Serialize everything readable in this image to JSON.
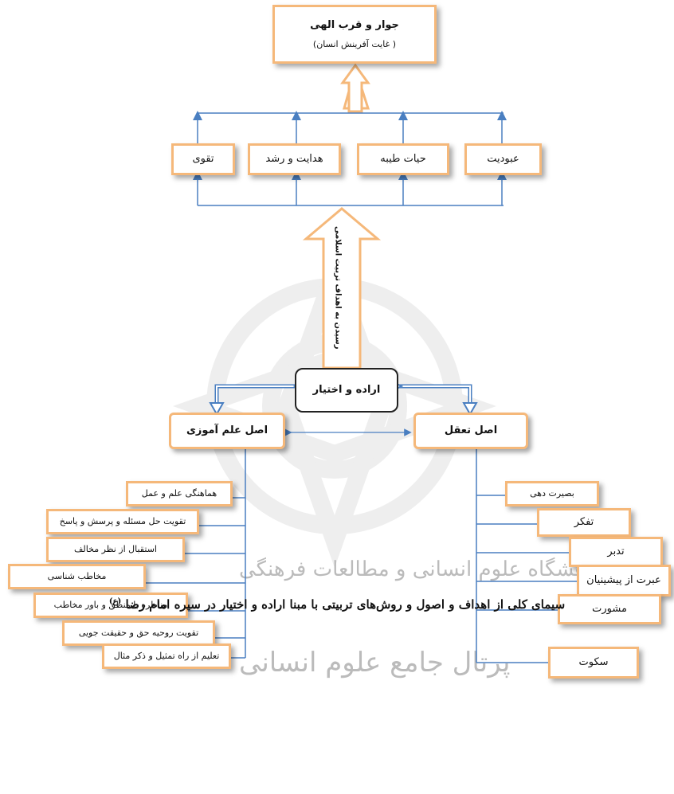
{
  "top_box": {
    "title": "جوار و قرب الهی",
    "subtitle": "( غایت آفرینش انسان)"
  },
  "goals": [
    "عبودیت",
    "حیات طیبه",
    "هدایت و رشد",
    "تقوی"
  ],
  "arrow_label": "رسیدن به اهداف تربیت اسلامی",
  "center_box": "اراده و اختیار",
  "left_principle": {
    "title": "اصل علم آموزی",
    "methods": [
      "هماهنگی علم و عمل",
      "تقویت حل مسئله و پرسش و پاسخ",
      "استقبال از نظر مخالف",
      "مخاطب شناسی",
      "مناظره با منطق و باور مخاطب",
      "تقویت روحیه حق و حقیقت جویی",
      "تعلیم از راه تمثیل و ذکر مثال"
    ]
  },
  "right_principle": {
    "title": "اصل تعقل",
    "methods": [
      "بصیرت دهی",
      "تفکر",
      "تدبر",
      "عبرت از پیشینیان",
      "مشورت",
      "سکوت"
    ]
  },
  "caption": "سیمای کلی از اهداف و اصول و روش‌های تربیتی با مبنا اراده و اختیار در سیره امام رضا",
  "caption_mark": "(ع)",
  "watermark": {
    "line1": "پژوهشگاه علوم انسانی و مطالعات فرهنگی",
    "line2": "پرتال جامع علوم انسانی"
  },
  "colors": {
    "box_border": "#f5b87a",
    "line": "#4a7fc1",
    "arrow_fill": "#ffffff",
    "center_border": "#222222"
  }
}
